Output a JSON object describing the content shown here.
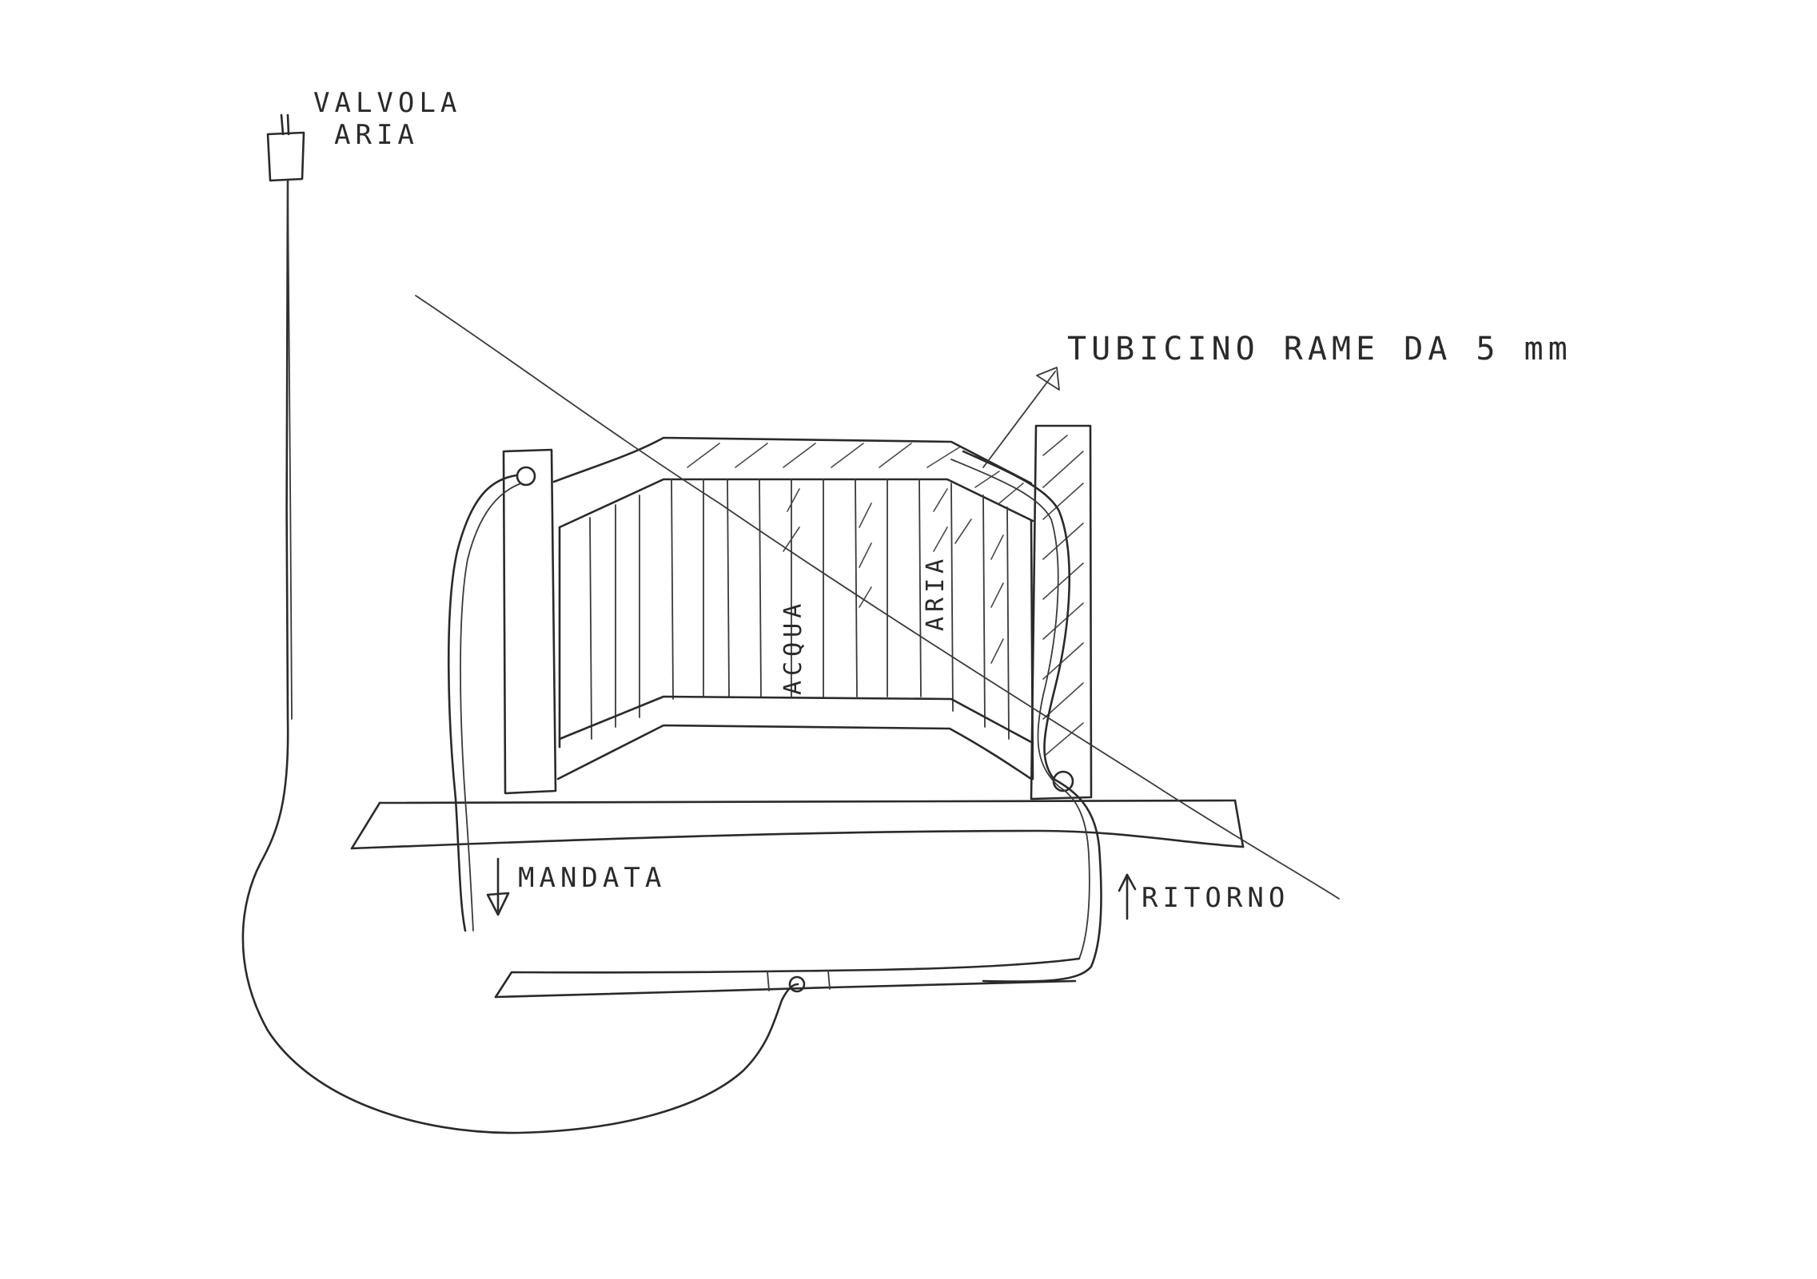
{
  "labels": {
    "valve_line1": "VALVOLA",
    "valve_line2": "ARIA",
    "tube": "TUBICINO RAME DA 5 mm",
    "water": "ACQUA",
    "air": "ARIA",
    "supply": "MANDATA",
    "return": "RITORNO"
  }
}
